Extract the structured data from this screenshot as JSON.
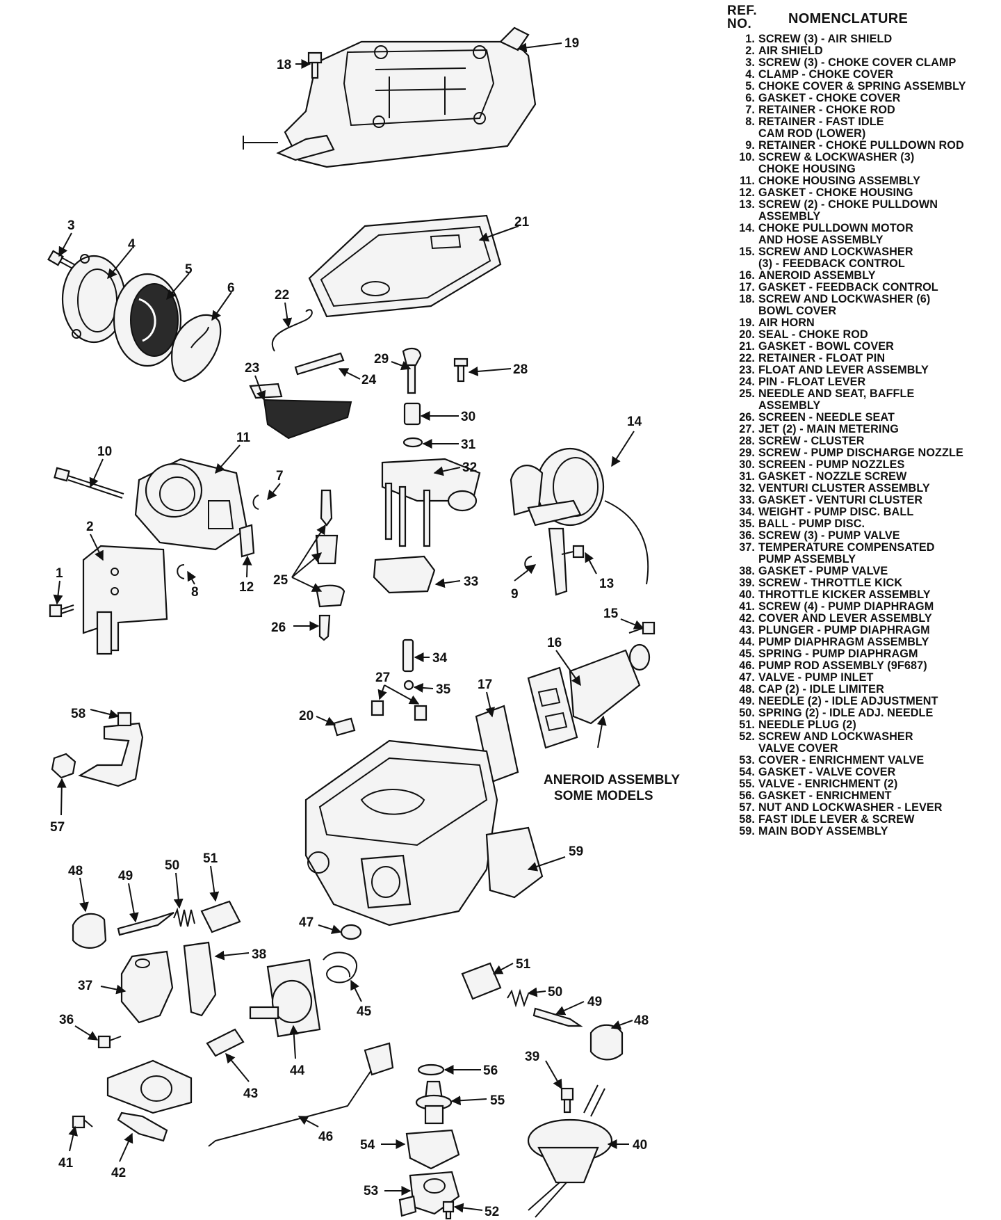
{
  "header": {
    "ref": "REF.\nNO.",
    "title": "NOMENCLATURE"
  },
  "legend": [
    {
      "num": "1.",
      "text": "SCREW (3) - AIR SHIELD"
    },
    {
      "num": "2.",
      "text": "AIR SHIELD"
    },
    {
      "num": "3.",
      "text": "SCREW (3) - CHOKE COVER CLAMP"
    },
    {
      "num": "4.",
      "text": "CLAMP - CHOKE COVER"
    },
    {
      "num": "5.",
      "text": "CHOKE COVER & SPRING ASSEMBLY"
    },
    {
      "num": "6.",
      "text": "GASKET - CHOKE COVER"
    },
    {
      "num": "7.",
      "text": "RETAINER - CHOKE ROD"
    },
    {
      "num": "8.",
      "text": "RETAINER - FAST IDLE\nCAM ROD (LOWER)"
    },
    {
      "num": "9.",
      "text": "RETAINER - CHOKE PULLDOWN ROD"
    },
    {
      "num": "10.",
      "text": "SCREW & LOCKWASHER (3)\nCHOKE HOUSING"
    },
    {
      "num": "11.",
      "text": "CHOKE HOUSING ASSEMBLY"
    },
    {
      "num": "12.",
      "text": "GASKET - CHOKE HOUSING"
    },
    {
      "num": "13.",
      "text": "SCREW (2) - CHOKE PULLDOWN\nASSEMBLY"
    },
    {
      "num": "14.",
      "text": "CHOKE PULLDOWN MOTOR\nAND HOSE ASSEMBLY"
    },
    {
      "num": "15.",
      "text": "SCREW AND LOCKWASHER\n(3) - FEEDBACK CONTROL"
    },
    {
      "num": "16.",
      "text": "ANEROID ASSEMBLY"
    },
    {
      "num": "17.",
      "text": "GASKET - FEEDBACK CONTROL"
    },
    {
      "num": "18.",
      "text": "SCREW AND LOCKWASHER (6)\nBOWL COVER"
    },
    {
      "num": "19.",
      "text": "AIR HORN"
    },
    {
      "num": "20.",
      "text": "SEAL - CHOKE ROD"
    },
    {
      "num": "21.",
      "text": "GASKET - BOWL COVER"
    },
    {
      "num": "22.",
      "text": "RETAINER - FLOAT PIN"
    },
    {
      "num": "23.",
      "text": "FLOAT AND LEVER ASSEMBLY"
    },
    {
      "num": "24.",
      "text": "PIN - FLOAT LEVER"
    },
    {
      "num": "25.",
      "text": "NEEDLE AND SEAT, BAFFLE\nASSEMBLY"
    },
    {
      "num": "26.",
      "text": "SCREEN - NEEDLE SEAT"
    },
    {
      "num": "27.",
      "text": "JET (2) - MAIN METERING"
    },
    {
      "num": "28.",
      "text": "SCREW - CLUSTER"
    },
    {
      "num": "29.",
      "text": "SCREW - PUMP DISCHARGE NOZZLE"
    },
    {
      "num": "30.",
      "text": "SCREEN - PUMP NOZZLES"
    },
    {
      "num": "31.",
      "text": "GASKET - NOZZLE SCREW"
    },
    {
      "num": "32.",
      "text": "VENTURI CLUSTER ASSEMBLY"
    },
    {
      "num": "33.",
      "text": "GASKET - VENTURI CLUSTER"
    },
    {
      "num": "34.",
      "text": "WEIGHT - PUMP DISC. BALL"
    },
    {
      "num": "35.",
      "text": "BALL - PUMP DISC."
    },
    {
      "num": "36.",
      "text": "SCREW (3) - PUMP VALVE"
    },
    {
      "num": "37.",
      "text": "TEMPERATURE COMPENSATED\nPUMP ASSEMBLY"
    },
    {
      "num": "38.",
      "text": "GASKET - PUMP VALVE"
    },
    {
      "num": "39.",
      "text": "SCREW - THROTTLE KICK"
    },
    {
      "num": "40.",
      "text": "THROTTLE KICKER ASSEMBLY"
    },
    {
      "num": "41.",
      "text": "SCREW (4) - PUMP DIAPHRAGM"
    },
    {
      "num": "42.",
      "text": "COVER AND LEVER ASSEMBLY"
    },
    {
      "num": "43.",
      "text": "PLUNGER - PUMP DIAPHRAGM"
    },
    {
      "num": "44.",
      "text": "PUMP DIAPHRAGM ASSEMBLY"
    },
    {
      "num": "45.",
      "text": "SPRING - PUMP DIAPHRAGM"
    },
    {
      "num": "46.",
      "text": "PUMP ROD ASSEMBLY (9F687)"
    },
    {
      "num": "47.",
      "text": "VALVE - PUMP INLET"
    },
    {
      "num": "48.",
      "text": "CAP (2) - IDLE LIMITER"
    },
    {
      "num": "49.",
      "text": "NEEDLE (2) - IDLE ADJUSTMENT"
    },
    {
      "num": "50.",
      "text": "SPRING (2) - IDLE ADJ. NEEDLE"
    },
    {
      "num": "51.",
      "text": "NEEDLE PLUG (2)"
    },
    {
      "num": "52.",
      "text": "SCREW AND LOCKWASHER\nVALVE COVER"
    },
    {
      "num": "53.",
      "text": "COVER - ENRICHMENT VALVE"
    },
    {
      "num": "54.",
      "text": "GASKET - VALVE COVER"
    },
    {
      "num": "55.",
      "text": "VALVE - ENRICHMENT (2)"
    },
    {
      "num": "56.",
      "text": "GASKET - ENRICHMENT"
    },
    {
      "num": "57.",
      "text": "NUT AND LOCKWASHER - LEVER"
    },
    {
      "num": "58.",
      "text": "FAST IDLE LEVER & SCREW"
    },
    {
      "num": "59.",
      "text": "MAIN BODY ASSEMBLY"
    }
  ],
  "diagram": {
    "callouts": [
      "1",
      "2",
      "3",
      "4",
      "5",
      "6",
      "7",
      "8",
      "9",
      "10",
      "11",
      "12",
      "13",
      "14",
      "15",
      "16",
      "17",
      "18",
      "19",
      "20",
      "21",
      "22",
      "23",
      "24",
      "25",
      "26",
      "27",
      "28",
      "29",
      "30",
      "31",
      "32",
      "33",
      "34",
      "35",
      "36",
      "37",
      "38",
      "39",
      "40",
      "41",
      "42",
      "43",
      "44",
      "45",
      "46",
      "47",
      "48",
      "49",
      "50",
      "51",
      "52",
      "53",
      "54",
      "55",
      "56",
      "57",
      "58",
      "59",
      "48",
      "49",
      "50",
      "51"
    ],
    "note_line1": "ANEROID ASSEMBLY",
    "note_line2": "SOME MODELS"
  }
}
